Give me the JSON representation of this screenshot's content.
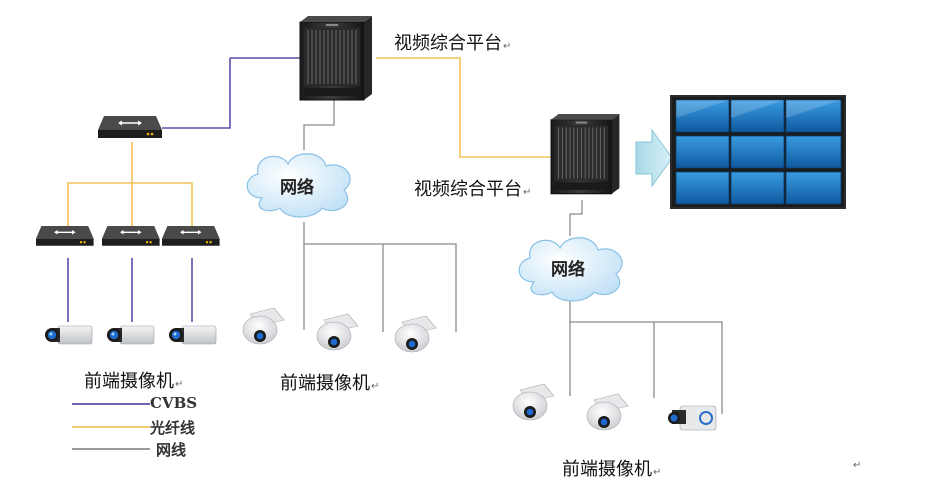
{
  "labels": {
    "platform_top": "视频综合平台",
    "platform_right": "视频综合平台",
    "network_left": "网络",
    "network_right": "网络",
    "cameras_left": "前端摄像机",
    "cameras_middle": "前端摄像机",
    "cameras_right": "前端摄像机",
    "return_mark": "↵"
  },
  "legend": {
    "items": [
      {
        "label": "CVBS",
        "color": "#5a4fa8"
      },
      {
        "label": "光纤线",
        "color": "#f2c25a"
      },
      {
        "label": "网线",
        "color": "#8c8c8c"
      }
    ]
  },
  "colors": {
    "cvbs": "#5a4fa8",
    "fiber": "#f2c25a",
    "network": "#8c8c8c",
    "screen": "#1f6fb5",
    "cloud": "#d6ecfb"
  },
  "icons": {
    "server": "rack-server-icon",
    "switch": "optical-converter-icon",
    "cloud": "network-cloud-icon",
    "box_camera": "box-camera-icon",
    "dome_camera": "dome-camera-icon",
    "video_wall": "video-wall-icon",
    "arrow": "right-arrow-icon"
  }
}
